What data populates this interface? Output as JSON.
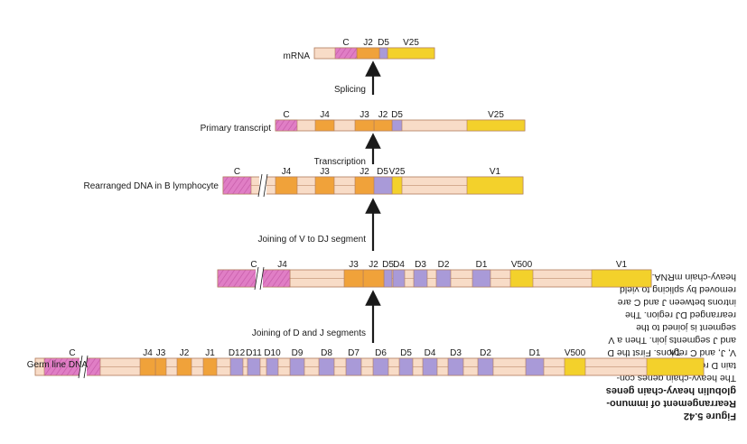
{
  "colors": {
    "strand": "#f8dcc7",
    "strand_edge": "#b07a5a",
    "V": "#f3d12b",
    "D": "#a99ad8",
    "J": "#f0a23a",
    "C": "#e07ec5",
    "text": "#1a1a1a"
  },
  "caption": {
    "title_lines": [
      "Figure 5.42",
      "Rearrangement of immuno-",
      "globulin heavy-chain genes"
    ],
    "body_lines": [
      "The heavy-chain genes con-",
      "tain D regions in addition to",
      "V, J, and C regions. First the D",
      "and J segments join. Then a V",
      "segment is joined to the",
      "rearranged DJ region. The",
      "introns between J and C are",
      "removed by splicing to yield",
      "heavy-chain mRNA."
    ]
  },
  "rows": [
    {
      "id": "mrna",
      "label": "mRNA",
      "segments": [
        {
          "type": "V",
          "label": "V25"
        },
        {
          "type": "D",
          "label": "D5"
        },
        {
          "type": "J",
          "label": "J2"
        },
        {
          "type": "C",
          "label": "C"
        }
      ]
    },
    {
      "id": "primary-transcript",
      "label": "Primary transcript",
      "segments": [
        {
          "type": "V",
          "label": "V25"
        },
        {
          "type": "D",
          "label": "D5"
        },
        {
          "type": "J",
          "label": "J2"
        },
        {
          "type": "J",
          "label": "J3"
        },
        {
          "type": "J",
          "label": "J4"
        },
        {
          "type": "C",
          "label": "C"
        }
      ]
    },
    {
      "id": "rearranged-dna",
      "label": "Rearranged DNA in B lymphocyte",
      "segments": [
        {
          "type": "V",
          "label": "V1"
        },
        {
          "type": "V",
          "label": "V25"
        },
        {
          "type": "D",
          "label": "D5"
        },
        {
          "type": "J",
          "label": "J2"
        },
        {
          "type": "J",
          "label": "J3"
        },
        {
          "type": "J",
          "label": "J4"
        },
        {
          "type": "C",
          "label": "C"
        }
      ]
    },
    {
      "id": "dj-joined-dna",
      "label": "",
      "segments": [
        {
          "type": "V",
          "label": "V1"
        },
        {
          "type": "V",
          "label": "V500"
        },
        {
          "type": "D",
          "label": "D1"
        },
        {
          "type": "D",
          "label": "D2"
        },
        {
          "type": "D",
          "label": "D3"
        },
        {
          "type": "D",
          "label": "D4"
        },
        {
          "type": "D",
          "label": "D5"
        },
        {
          "type": "J",
          "label": "J2"
        },
        {
          "type": "J",
          "label": "J3"
        },
        {
          "type": "J",
          "label": "J4"
        },
        {
          "type": "C",
          "label": "C"
        }
      ]
    },
    {
      "id": "germ-line-dna",
      "label": "Germ line DNA",
      "segments": [
        {
          "type": "V",
          "label": "V1"
        },
        {
          "type": "V",
          "label": "V500"
        },
        {
          "type": "D",
          "label": "D1"
        },
        {
          "type": "D",
          "label": "D2"
        },
        {
          "type": "D",
          "label": "D3"
        },
        {
          "type": "D",
          "label": "D4"
        },
        {
          "type": "D",
          "label": "D5"
        },
        {
          "type": "D",
          "label": "D6"
        },
        {
          "type": "D",
          "label": "D7"
        },
        {
          "type": "D",
          "label": "D8"
        },
        {
          "type": "D",
          "label": "D9"
        },
        {
          "type": "D",
          "label": "D10"
        },
        {
          "type": "D",
          "label": "D11"
        },
        {
          "type": "D",
          "label": "D12"
        },
        {
          "type": "J",
          "label": "J1"
        },
        {
          "type": "J",
          "label": "J2"
        },
        {
          "type": "J",
          "label": "J3"
        },
        {
          "type": "J",
          "label": "J4"
        },
        {
          "type": "C",
          "label": "C"
        }
      ]
    }
  ],
  "steps": [
    {
      "id": "splicing",
      "label": "Splicing"
    },
    {
      "id": "transcription",
      "label": "Transcription"
    },
    {
      "id": "v-to-dj",
      "label": "Joining of V to DJ segment"
    },
    {
      "id": "d-and-j",
      "label": "Joining of D and J segments"
    }
  ]
}
